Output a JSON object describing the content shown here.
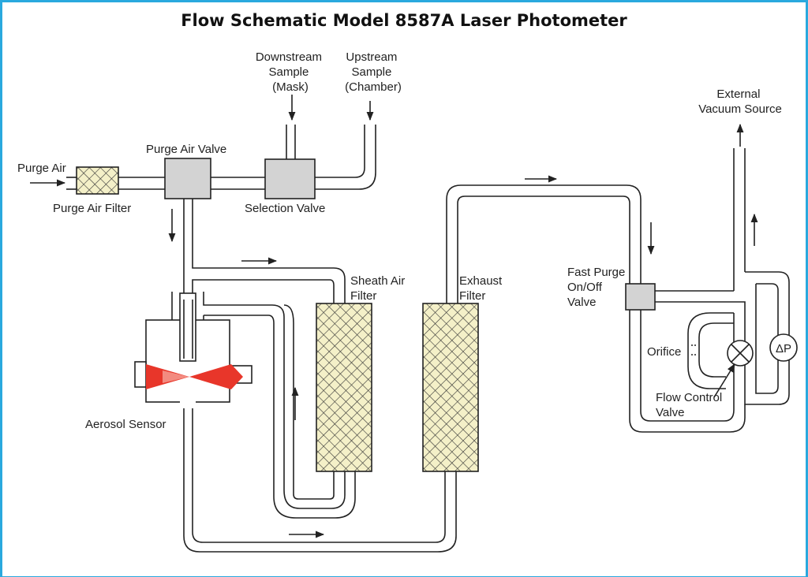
{
  "title": "Flow Schematic Model 8587A Laser Photometer",
  "colors": {
    "frame": "#2aa9de",
    "component_fill": "#d3d3d3",
    "filter_fill": "#f4f0c8",
    "laser": "#e8362a",
    "line": "#222222"
  },
  "labels": {
    "purge_air": "Purge Air",
    "purge_air_filter": "Purge Air Filter",
    "purge_air_valve": "Purge Air Valve",
    "downstream_sample": [
      "Downstream",
      "Sample",
      "(Mask)"
    ],
    "upstream_sample": [
      "Upstream",
      "Sample",
      "(Chamber)"
    ],
    "selection_valve": "Selection Valve",
    "sheath_air_filter": [
      "Sheath Air",
      "Filter"
    ],
    "exhaust_filter": [
      "Exhaust",
      "Filter"
    ],
    "aerosol_sensor": "Aerosol Sensor",
    "fast_purge_valve": [
      "Fast Purge",
      "On/Off",
      "Valve"
    ],
    "external_vacuum": [
      "External",
      "Vacuum Source"
    ],
    "orifice": "Orifice",
    "flow_control_valve": [
      "Flow Control",
      "Valve"
    ],
    "delta_p": "ΔP"
  },
  "icons": {
    "flow_arrow": "arrow-icon",
    "valve": "x-circle-icon"
  }
}
